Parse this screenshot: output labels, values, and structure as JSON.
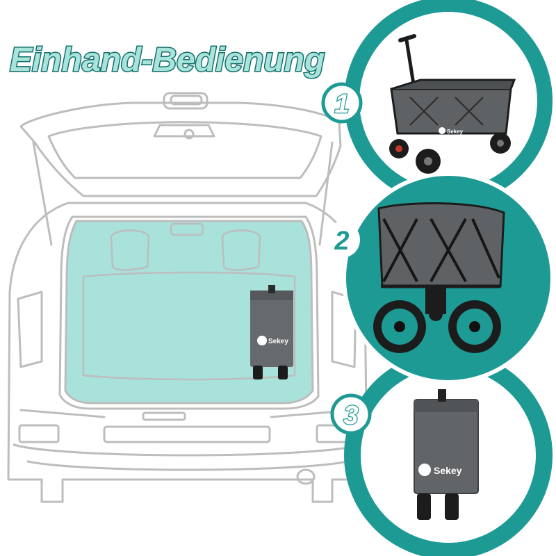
{
  "headline": {
    "text": "Einhand-Bedienung"
  },
  "colors": {
    "teal": "#1E9A95",
    "teal_light": "#A8E3DC",
    "teal_dark": "#126E6B",
    "outline": "#BEBEBE",
    "cart": "#5F6264",
    "frame": "#1C1C1C"
  },
  "steps": [
    {
      "number": "1",
      "state": "unfolded"
    },
    {
      "number": "2",
      "state": "folding"
    },
    {
      "number": "3",
      "state": "folded"
    }
  ],
  "brand": {
    "logo_text": "Sekey",
    "on_cart_text": "Sekey"
  }
}
